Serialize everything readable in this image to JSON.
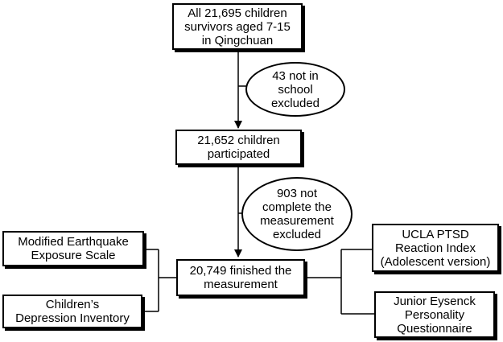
{
  "flowchart": {
    "nodes": {
      "all_children": "All 21,695 children\nsurvivors aged 7-15\nin Qingchuan",
      "excluded_school": "43 not in\nschool\nexcluded",
      "participated": "21,652 children\nparticipated",
      "excluded_measurement": "903 not\ncomplete the\nmeasurement\nexcluded",
      "finished": "20,749 finished the\nmeasurement",
      "earthquake_scale": "Modified Earthquake\nExposure Scale",
      "depression_inventory": "Children’s\nDepression Inventory",
      "ptsd_index": "UCLA PTSD\nReaction Index\n(Adolescent version)",
      "personality_questionnaire": "Junior Eysenck\nPersonality\nQuestionnaire"
    }
  }
}
